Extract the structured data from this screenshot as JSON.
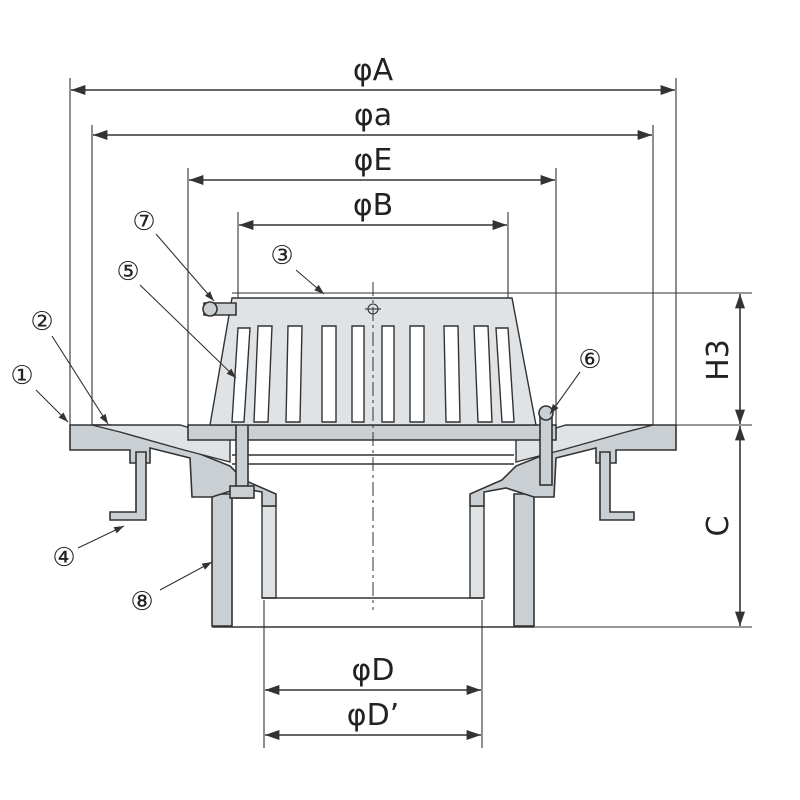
{
  "dimensions": {
    "phi_A": "φA",
    "phi_a": "φa",
    "phi_E": "φE",
    "phi_B": "φB",
    "phi_D": "φD",
    "phi_D_prime": "φD’",
    "H3": "H3",
    "C": "C"
  },
  "callouts": [
    "①",
    "②",
    "③",
    "④",
    "⑤",
    "⑥",
    "⑦",
    "⑧"
  ]
}
